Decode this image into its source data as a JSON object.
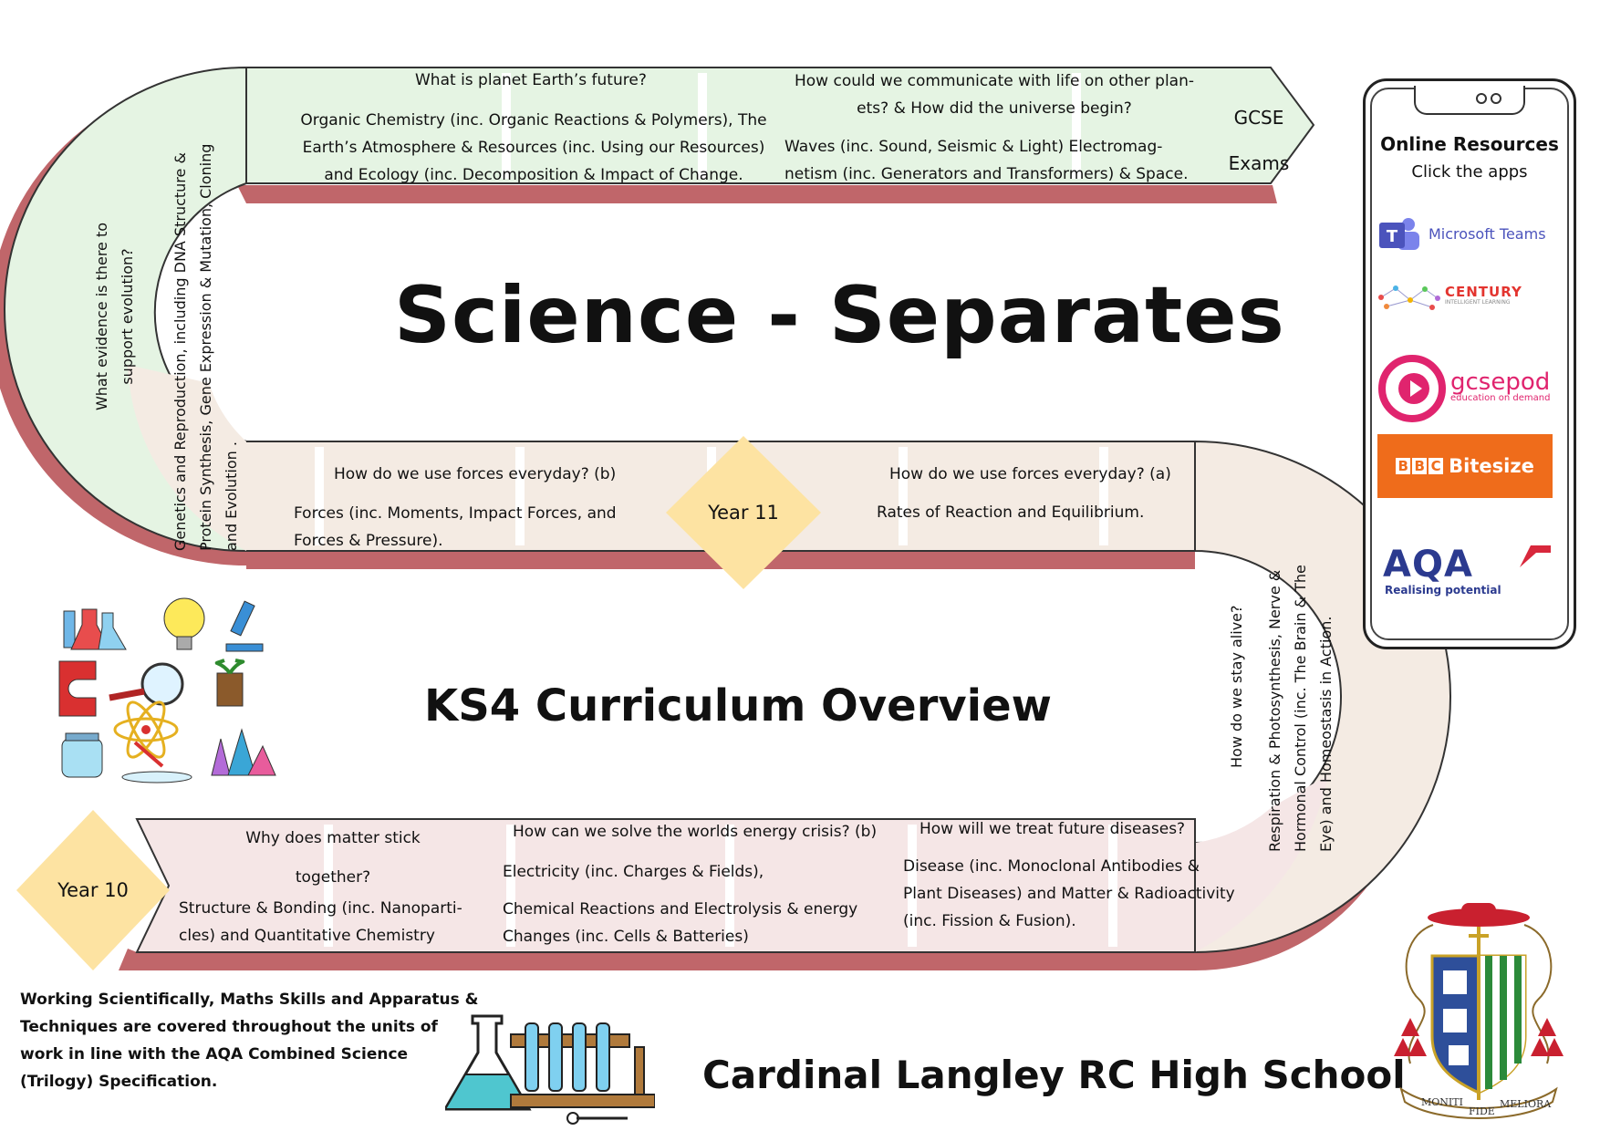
{
  "title": "Science - Separates",
  "subtitle": "KS4 Curriculum Overview",
  "school_name": "Cardinal Langley RC High School",
  "footer_note": [
    "Working Scientifically, Maths Skills and Apparatus &",
    "Techniques are covered throughout the units of",
    "work in line with the AQA Combined Science",
    "(Trilogy) Specification."
  ],
  "markers": {
    "year10": "Year 10",
    "year11": "Year 11",
    "gcse": [
      "GCSE",
      "Exams"
    ]
  },
  "year10": {
    "q1": [
      "Why does matter stick",
      "together?"
    ],
    "t1": [
      "Structure & Bonding (inc. Nanoparti-",
      "cles) and Quantitative Chemistry"
    ],
    "q2": "How can we solve the worlds energy crisis? (b)",
    "t2a": "Electricity (inc. Charges & Fields),",
    "t2b": [
      "Chemical Reactions and Electrolysis & energy",
      "Changes  (inc. Cells & Batteries)"
    ],
    "q3": "How will we treat future diseases?",
    "t3": [
      "Disease (inc. Monoclonal Antibodies &",
      "Plant Diseases) and Matter & Radioactivity",
      "(inc. Fission &  Fusion)."
    ]
  },
  "right_curve": {
    "q": "How do we stay alive?",
    "t": [
      "Respiration & Photosynthesis,  Nerve &",
      "Hormonal Control (inc. The Brain & The",
      "Eye)  and Homeostasis in Action."
    ]
  },
  "year11": {
    "q1": "How do we use forces everyday? (a)",
    "t1": "Rates of Reaction and Equilibrium.",
    "q2": "How do we use forces everyday? (b)",
    "t2": [
      "Forces (inc. Moments, Impact Forces, and",
      "Forces & Pressure)."
    ]
  },
  "left_curve": {
    "genetics": [
      "Genetics and Reproduction, including DNA Structure &",
      "Protein Synthesis,  Gene Expression & Mutation, Cloning",
      "and Evolution ."
    ],
    "evolution_q": [
      "What evidence is there to",
      "support evolution?"
    ]
  },
  "top_row": {
    "q1": "What is planet Earth’s future?",
    "t1": [
      "Organic Chemistry (inc. Organic Reactions & Polymers), The",
      "Earth’s Atmosphere & Resources (inc. Using our Resources)",
      "and Ecology (inc. Decomposition & Impact of Change."
    ],
    "q2": [
      "How could we communicate with life on other plan-",
      "ets? & How did the universe begin?"
    ],
    "t2": [
      "Waves (inc. Sound, Seismic & Light) Electromag-",
      "netism (inc. Generators and Transformers) & Space."
    ]
  },
  "phone": {
    "heading": "Online Resources",
    "sub": "Click the apps",
    "apps": {
      "teams": "Microsoft Teams",
      "century": "CENTURY",
      "century_sub": "INTELLIGENT LEARNING",
      "gcsepod": "gcsepod",
      "gcsepod_sub": "education on demand",
      "bbc": "Bitesize",
      "bbc_letters": [
        "B",
        "B",
        "C"
      ],
      "aqa": "AQA",
      "aqa_sub": "Realising potential"
    }
  },
  "crest_motto": [
    "MONITI",
    "FIDE",
    "MELIORA"
  ],
  "colors": {
    "band_green": "#e5f4e3",
    "band_beige": "#f4ebe3",
    "band_pink": "#f5e6e6",
    "shadow": "#c0666a",
    "diamond": "#fde3a2"
  }
}
